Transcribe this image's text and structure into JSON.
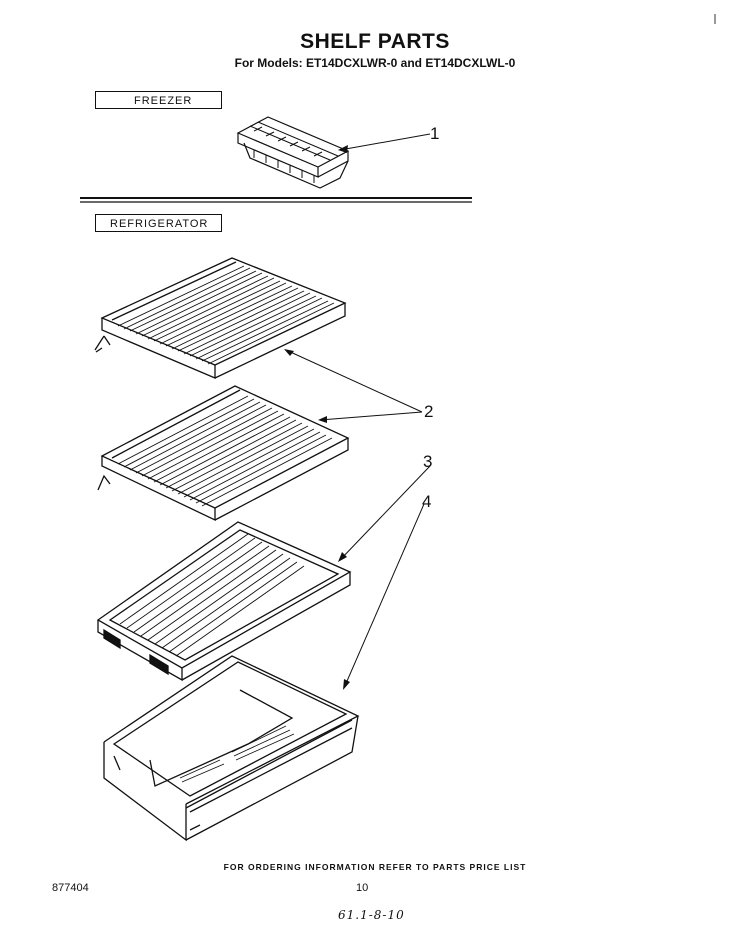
{
  "header": {
    "title": "SHELF PARTS",
    "subtitle": "For Models: ET14DCXLWR-0 and ET14DCXLWL-0"
  },
  "sections": {
    "freezer": "FREEZER",
    "refrigerator": "REFRIGERATOR"
  },
  "callouts": [
    "1",
    "2",
    "3",
    "4"
  ],
  "footer": {
    "note": "FOR ORDERING INFORMATION REFER TO PARTS PRICE LIST",
    "doc_number": "877404",
    "page_number": "10",
    "handwritten": "61.1-8-10"
  }
}
